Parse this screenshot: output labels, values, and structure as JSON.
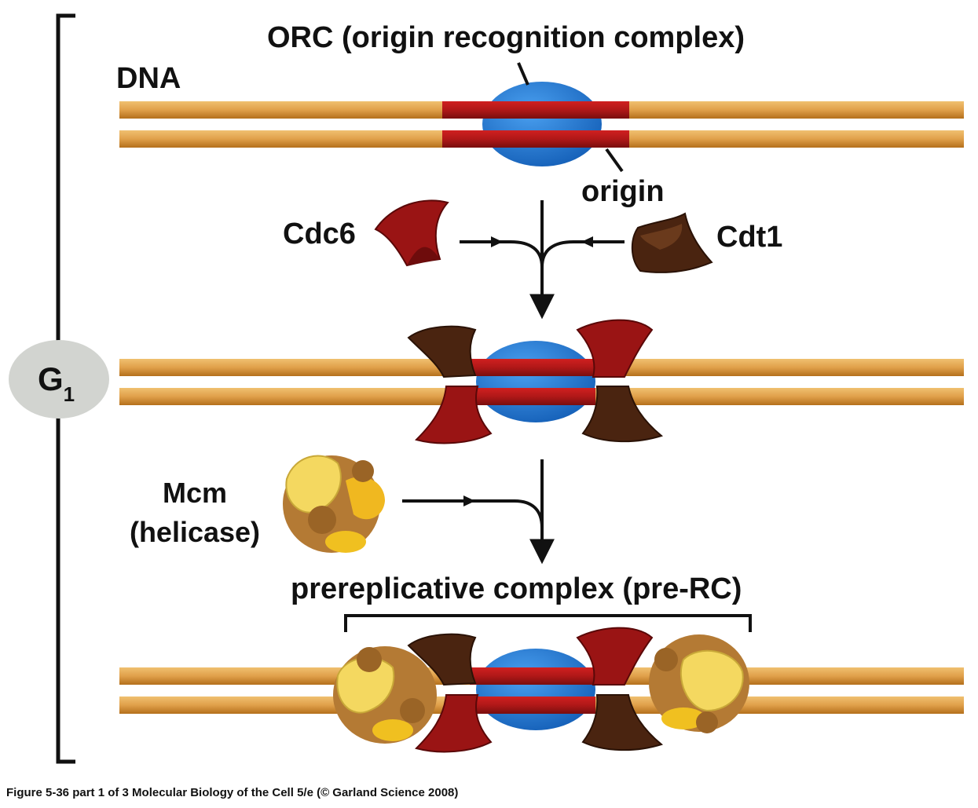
{
  "labels": {
    "orc": "ORC (origin recognition complex)",
    "dna": "DNA",
    "origin": "origin",
    "cdc6": "Cdc6",
    "cdt1": "Cdt1",
    "mcm_line1": "Mcm",
    "mcm_line2": "(helicase)",
    "prerc": "prereplicative complex (pre-RC)",
    "phase": "G",
    "phase_sub": "1"
  },
  "caption": "Figure 5-36 part 1 of 3  Molecular Biology of the Cell 5/e (© Garland Science 2008)",
  "colors": {
    "dna_strand": "#e0a04a",
    "dna_edge": "#b4701c",
    "origin": "#b01818",
    "orc": "#1e74d0",
    "cdc6": "#9a1414",
    "cdt1": "#4a2410",
    "mcm_tan": "#b47a34",
    "mcm_yellow": "#f4d860",
    "phase_bubble": "#d2d4d0"
  }
}
